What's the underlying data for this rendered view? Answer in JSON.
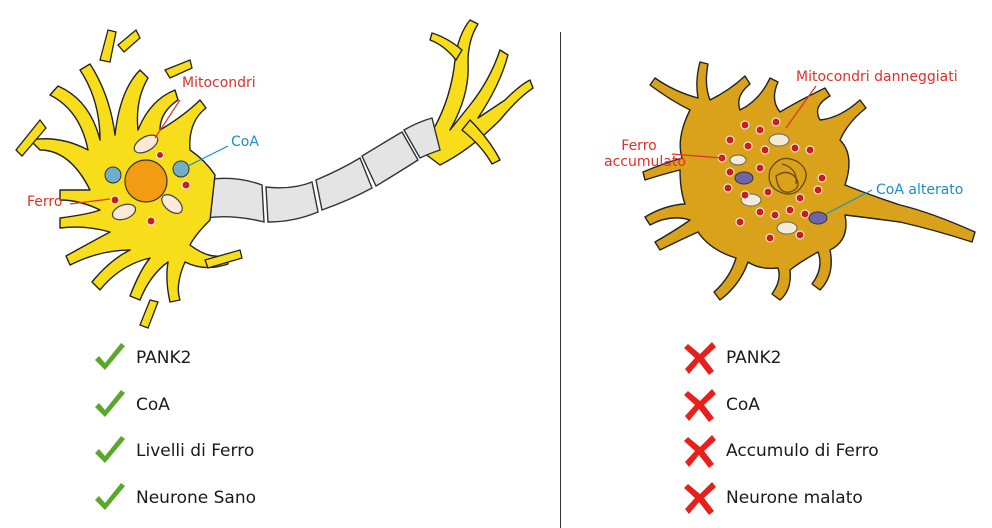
{
  "healthy": {
    "labels": {
      "mitochondria": "Mitocondri",
      "coa": "CoA",
      "iron": "Ferro"
    },
    "checklist": [
      "PANK2",
      "CoA",
      "Livelli di Ferro",
      "Neurone Sano"
    ]
  },
  "diseased": {
    "labels": {
      "mitochondria": "Mitocondri danneggiati",
      "iron_line1": "Ferro",
      "iron_line2": "accumulato",
      "coa": "CoA alterato"
    },
    "checklist": [
      "PANK2",
      "CoA",
      "Accumulo di Ferro",
      "Neurone malato"
    ]
  },
  "colors": {
    "label_red": "#e0302a",
    "label_blue": "#1b8fc4",
    "check_green": "#5aa82a",
    "cross_red": "#e8201c",
    "neuron_yellow": "#f7dd1a",
    "sick_neuron": "#d9a21a",
    "nucleus": "#f39c12"
  },
  "icons": {
    "ok": "checkmark-icon",
    "bad": "x-mark-icon"
  }
}
